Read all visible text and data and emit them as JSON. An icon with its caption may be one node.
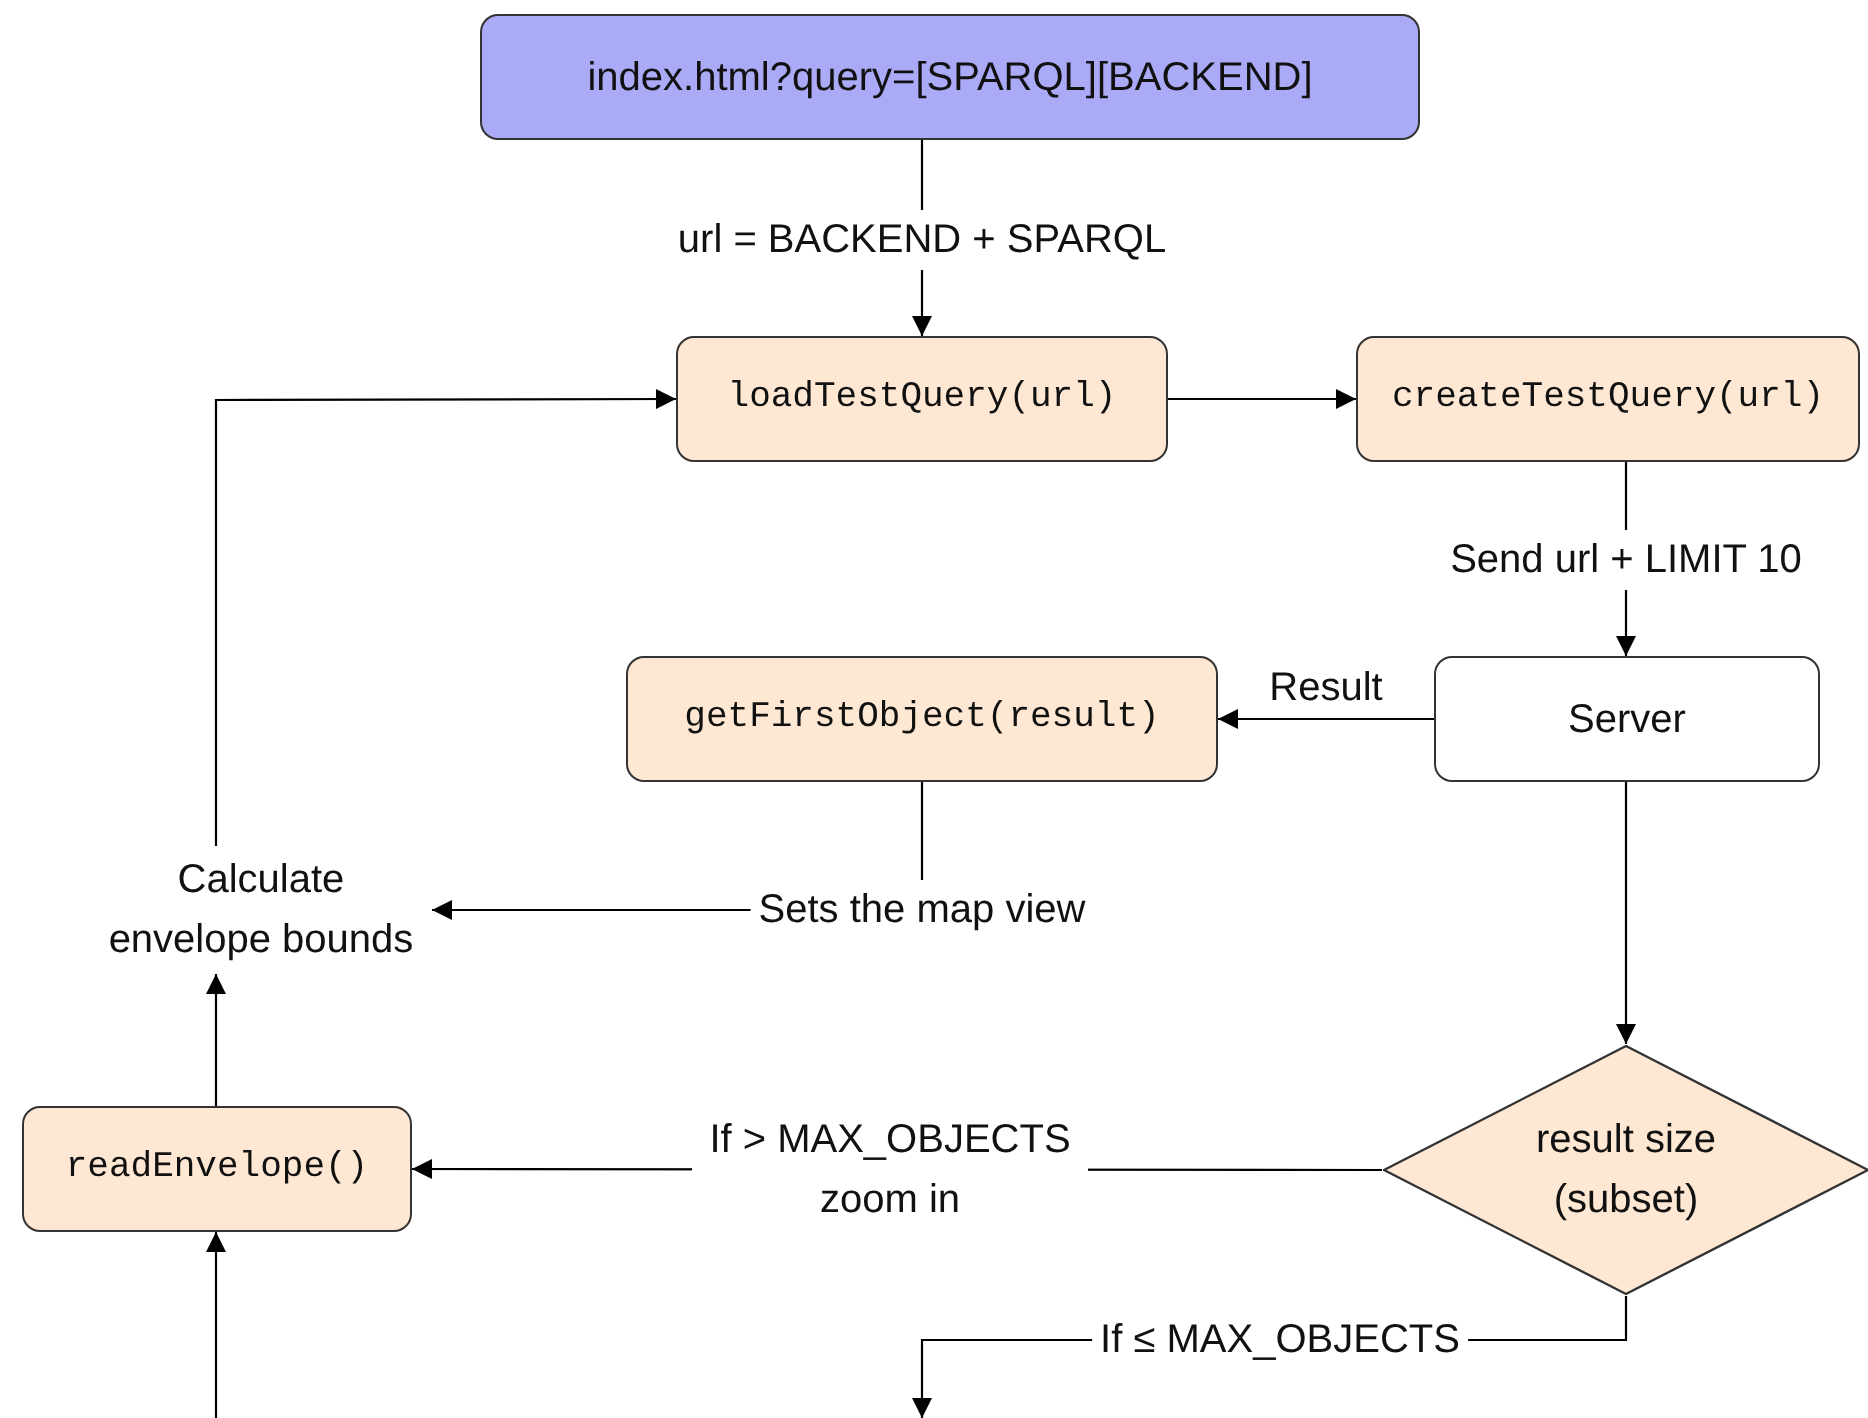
{
  "diagram": {
    "nodes": [
      {
        "text": [
          "index.html?query=[SPARQL][BACKEND]"
        ]
      },
      {
        "text": [
          "loadTestQuery(url)"
        ]
      },
      {
        "text": [
          "createTestQuery(url)"
        ]
      },
      {
        "text": [
          "Server"
        ]
      },
      {
        "text": [
          "getFirstObject(result)"
        ]
      },
      {
        "text": [
          "Calculate envelope bounds"
        ]
      },
      {
        "text": [
          "readEnvelope()"
        ]
      },
      {
        "text": [
          "result size (subset)"
        ]
      }
    ],
    "edges": [
      {
        "from": 0,
        "to": 1,
        "arrow": "to",
        "label": "url = BACKEND + SPARQL"
      },
      {
        "from": 1,
        "to": 2,
        "arrow": "to"
      },
      {
        "from": 2,
        "to": 3,
        "arrow": "to",
        "label": "Send url + LIMIT 10"
      },
      {
        "from": 3,
        "to": 4,
        "arrow": "to",
        "label": "Result"
      },
      {
        "from": 4,
        "to": 5,
        "arrow": "to",
        "label": "Sets the map view"
      },
      {
        "from": 3,
        "to": 7,
        "arrow": "to"
      },
      {
        "from": 7,
        "to": 6,
        "arrow": "to",
        "label": "If > MAX_OBJECTS zoom in"
      },
      {
        "from": 5,
        "to": 1,
        "arrow": "to"
      },
      {
        "from": 6,
        "to": 5,
        "arrow": "to"
      },
      {
        "from": null,
        "to": 6,
        "arrow": "to"
      },
      {
        "from": 7,
        "to": null,
        "arrow": "to",
        "label": "If ≤ MAX_OBJECTS"
      }
    ]
  }
}
